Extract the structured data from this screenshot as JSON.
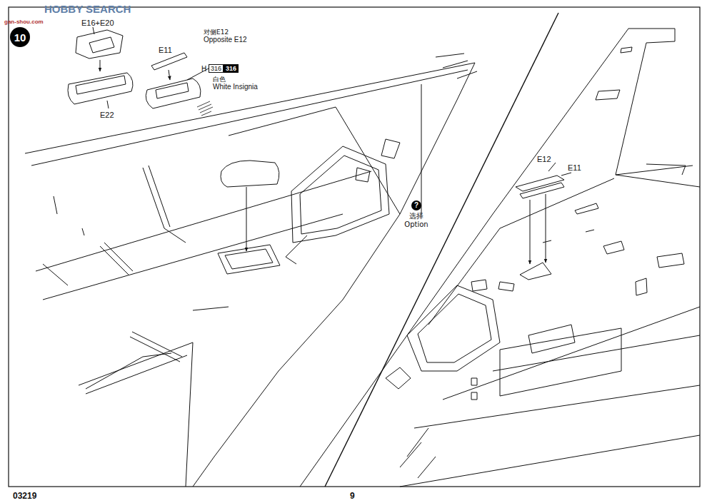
{
  "diagram": {
    "nodes": [
      {
        "text": [
          "10"
        ]
      },
      {
        "text": [
          "?",
          "选择 Option"
        ]
      }
    ],
    "labels": [
      "HOBBY SEARCH",
      "gan-shou.com",
      "E16+E20",
      "E11",
      "对侧E12",
      "Opposite E12",
      "E22",
      "H",
      "316",
      "316",
      "白色",
      "White Insignia",
      "E12",
      "E11",
      "03219",
      "9"
    ]
  }
}
